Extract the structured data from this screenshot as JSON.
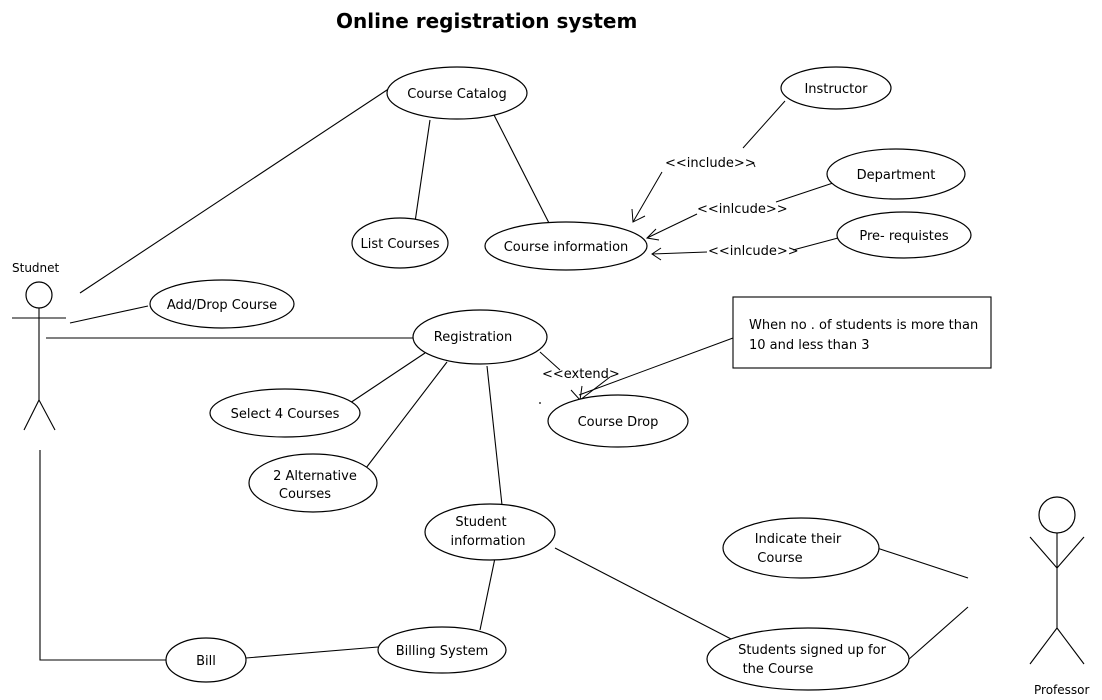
{
  "title": "Online registration system",
  "actors": {
    "student": "Studnet",
    "professor": "Professor"
  },
  "use_cases": {
    "course_catalog": "Course Catalog",
    "instructor": "Instructor",
    "department": "Department",
    "prerequisites": "Pre- requistes",
    "list_courses": "List Courses",
    "course_information": "Course information",
    "add_drop_course": "Add/Drop Course",
    "registration": "Registration",
    "select_4_courses": "Select 4 Courses",
    "alt_courses_line1": "2 Alternative",
    "alt_courses_line2": "Courses",
    "course_drop": "Course Drop",
    "student_info_line1": "Student",
    "student_info_line2": "information",
    "indicate_course_line1": "Indicate their",
    "indicate_course_line2": "Course",
    "bill": "Bill",
    "billing_system": "Billing System",
    "signed_up_line1": "Students signed up for",
    "signed_up_line2": "the Course"
  },
  "relations": {
    "include": "<<include>>",
    "inlcude_department": "<<inlcude>>",
    "inlcude_prereq": "<<inlcude>>",
    "extend": "<<extend>"
  },
  "note": {
    "line1": "When no . of students is more than",
    "line2": "10 and less than 3"
  }
}
